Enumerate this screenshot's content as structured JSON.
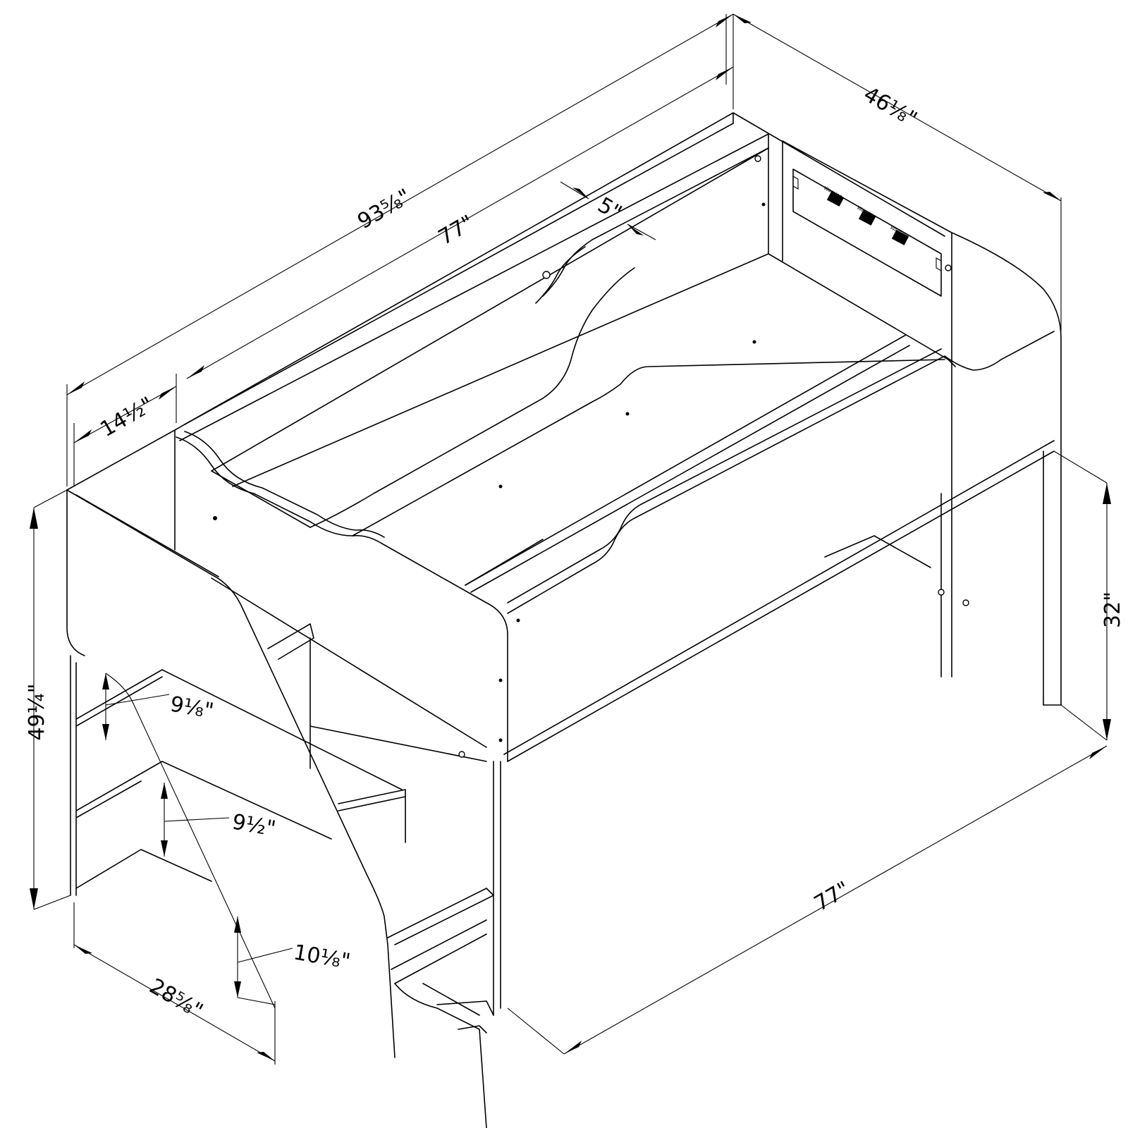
{
  "dimensions": {
    "overall_length": "93⅝\"",
    "inner_length": "77\"",
    "rail_gap": "5\"",
    "overall_width": "46⅛\"",
    "stair_depth": "14½\"",
    "overall_height": "49¼\"",
    "under_clearance": "32\"",
    "base_length": "77\"",
    "stair_run": "28⅝\"",
    "step_rise_1": "9⅛\"",
    "step_rise_2": "9½\"",
    "step_rise_3": "10⅛\""
  },
  "warning_labels": [
    "Warning",
    "Warning",
    "Warning"
  ]
}
